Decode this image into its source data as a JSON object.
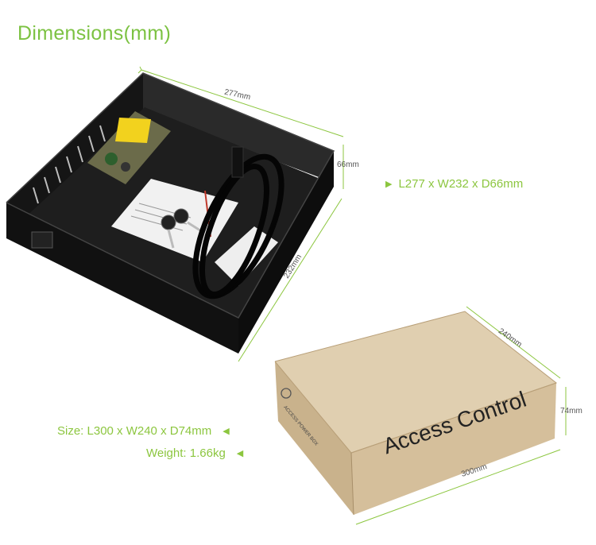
{
  "title": "Dimensions(mm)",
  "enclosure": {
    "spec": "L277 x W232 x D66mm",
    "dims": {
      "length": "277mm",
      "width": "232mm",
      "depth": "66mm"
    }
  },
  "package": {
    "label": "Access Control",
    "side_text": "ACCESS POWER BOX",
    "dims": {
      "length": "300mm",
      "width": "240mm",
      "depth": "74mm"
    },
    "size": "Size: L300 x W240 x D74mm",
    "weight": "Weight: 1.66kg"
  },
  "colors": {
    "accent": "#8cc63f",
    "box": "#d8c3a2",
    "metal": "#1a1a1a"
  },
  "icons": {
    "arrow_right": "▶",
    "arrow_left": "◀"
  }
}
